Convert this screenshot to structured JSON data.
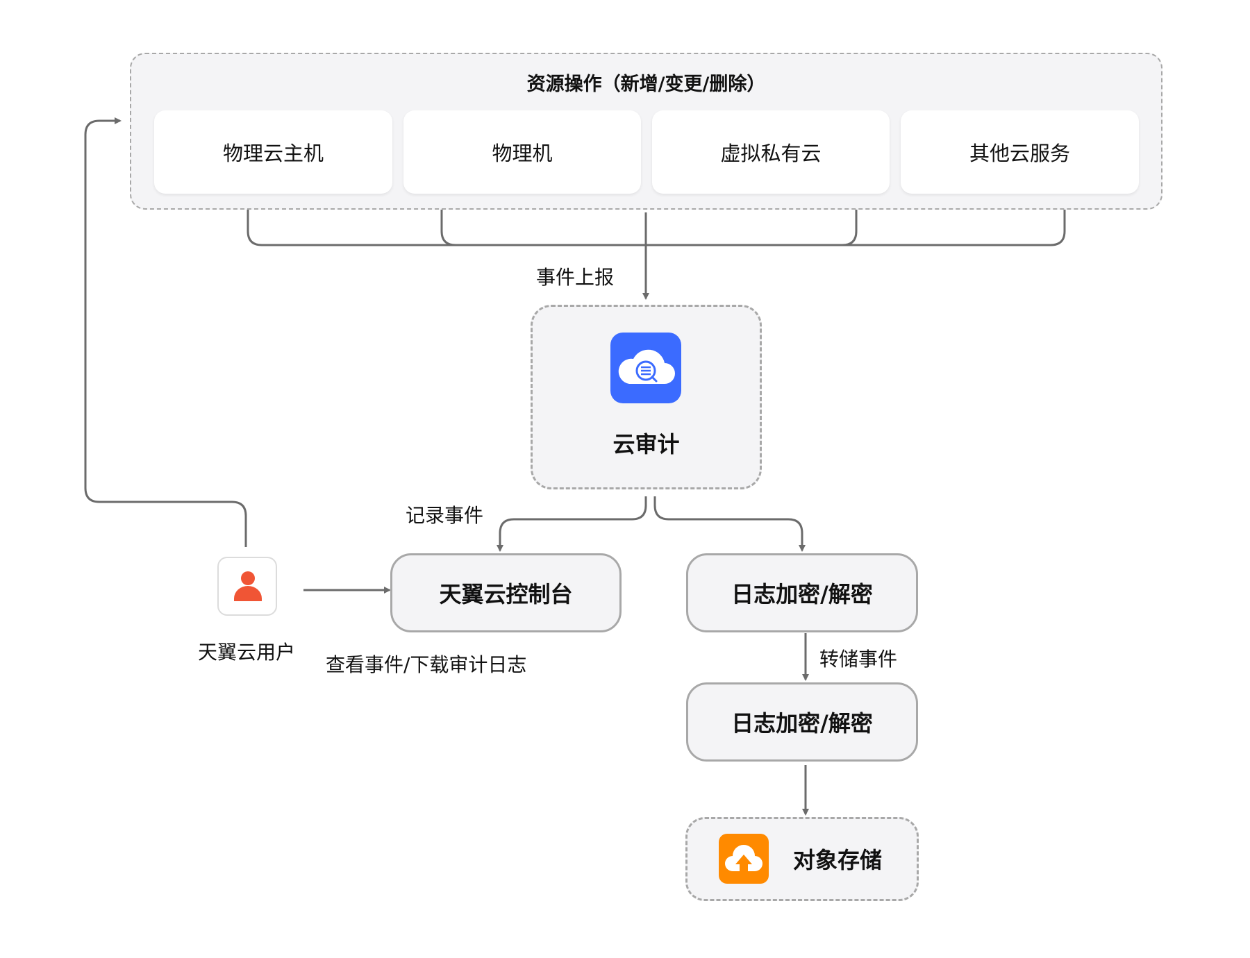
{
  "resource_group": {
    "title": "资源操作（新增/变更/删除）",
    "items": [
      {
        "label": "物理云主机"
      },
      {
        "label": "物理机"
      },
      {
        "label": "虚拟私有云"
      },
      {
        "label": "其他云服务"
      }
    ]
  },
  "edges": {
    "report_label": "事件上报",
    "record_label": "记录事件",
    "view_label": "查看事件/下载审计日志",
    "dump_label": "转储事件"
  },
  "cloud_audit": {
    "label": "云审计",
    "icon": "cloud-search-icon",
    "color": "#3b6bff"
  },
  "console": {
    "label": "天翼云控制台"
  },
  "encrypt_1": {
    "label": "日志加密/解密"
  },
  "encrypt_2": {
    "label": "日志加密/解密"
  },
  "object_storage": {
    "label": "对象存储",
    "icon": "cloud-upload-icon",
    "color": "#ff8a00"
  },
  "user": {
    "label": "天翼云用户",
    "icon": "person-icon",
    "color": "#f05535"
  },
  "colors": {
    "line": "#6b6b6b",
    "node_border": "#a8a8a8",
    "node_fill": "#f4f4f6"
  }
}
